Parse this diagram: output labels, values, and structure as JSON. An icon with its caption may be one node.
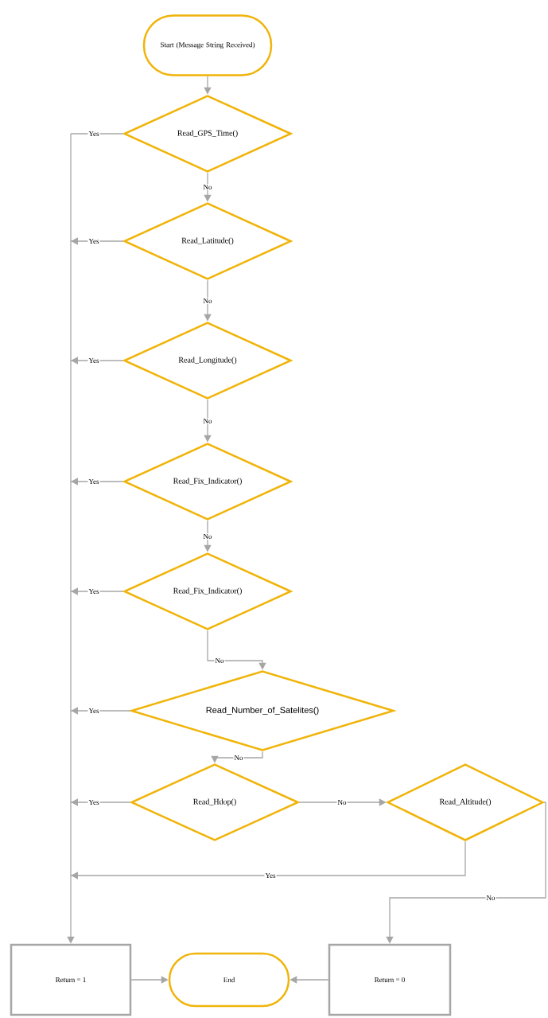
{
  "diagram": {
    "nodes": [
      {
        "text": [
          "Start (Message String Received)"
        ]
      },
      {
        "text": [
          "Read_GPS_Time()"
        ]
      },
      {
        "text": [
          "Read_Latitude()"
        ]
      },
      {
        "text": [
          "Read_Longitude()"
        ]
      },
      {
        "text": [
          "Read_Fix_Indicator()"
        ]
      },
      {
        "text": [
          "Read_Fix_Indicator()"
        ]
      },
      {
        "text": [
          "Read_Number_of_Satelites()"
        ]
      },
      {
        "text": [
          "Read_Hdop()"
        ]
      },
      {
        "text": [
          "Read_Altitude()"
        ]
      },
      {
        "text": [
          "Return = 1"
        ]
      },
      {
        "text": [
          "End"
        ]
      },
      {
        "text": [
          "Return = 0"
        ]
      }
    ],
    "edges": [
      {
        "from": 0,
        "to": 1,
        "arrow": "to"
      },
      {
        "from": 1,
        "to": 2,
        "arrow": "to",
        "label": "No"
      },
      {
        "from": 2,
        "to": 3,
        "arrow": "to",
        "label": "No"
      },
      {
        "from": 3,
        "to": 4,
        "arrow": "to",
        "label": "No"
      },
      {
        "from": 4,
        "to": 5,
        "arrow": "to",
        "label": "No"
      },
      {
        "from": 5,
        "to": 6,
        "arrow": "to",
        "label": "No"
      },
      {
        "from": 6,
        "to": 7,
        "arrow": "to",
        "label": "No"
      },
      {
        "from": 7,
        "to": 8,
        "arrow": "to",
        "label": "No"
      },
      {
        "from": 1,
        "to": 9,
        "arrow": "to",
        "label": "Yes"
      },
      {
        "from": 2,
        "to": 9,
        "arrow": "to",
        "label": "Yes"
      },
      {
        "from": 3,
        "to": 9,
        "arrow": "to",
        "label": "Yes"
      },
      {
        "from": 4,
        "to": 9,
        "arrow": "to",
        "label": "Yes"
      },
      {
        "from": 5,
        "to": 9,
        "arrow": "to",
        "label": "Yes"
      },
      {
        "from": 6,
        "to": 9,
        "arrow": "to",
        "label": "Yes"
      },
      {
        "from": 7,
        "to": 9,
        "arrow": "to",
        "label": "Yes"
      },
      {
        "from": 8,
        "to": 9,
        "arrow": "to",
        "label": "Yes"
      },
      {
        "from": 8,
        "to": 11,
        "arrow": "to",
        "label": "No"
      },
      {
        "from": 9,
        "to": 10,
        "arrow": "to"
      },
      {
        "from": 11,
        "to": 10,
        "arrow": "to"
      }
    ]
  }
}
